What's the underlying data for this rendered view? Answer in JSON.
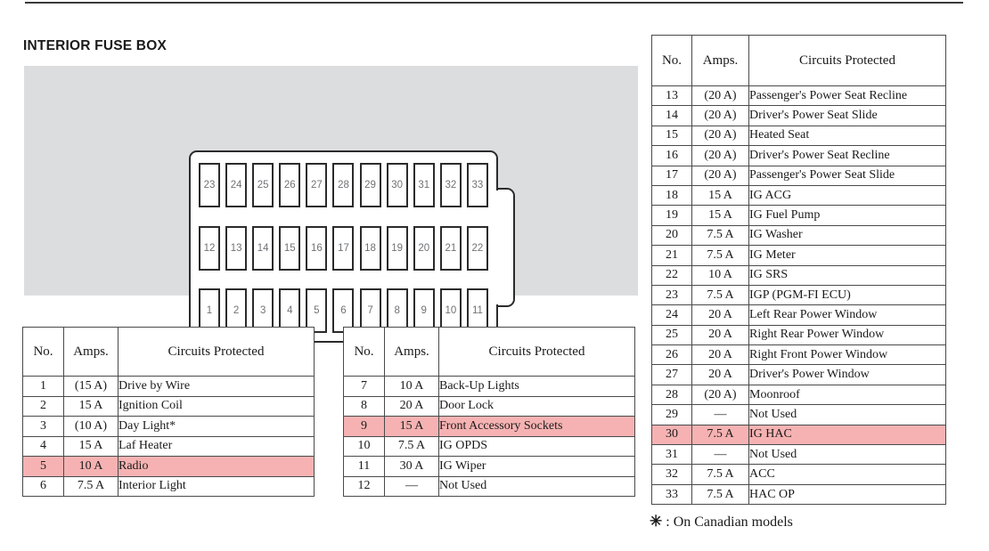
{
  "section": {
    "title": "INTERIOR FUSE BOX"
  },
  "diagram": {
    "name": "interior-fuse-box-layout",
    "rows": [
      [
        "23",
        "24",
        "25",
        "26",
        "27",
        "28",
        "29",
        "30",
        "31",
        "32",
        "33"
      ],
      [
        "12",
        "13",
        "14",
        "15",
        "16",
        "17",
        "18",
        "19",
        "20",
        "21",
        "22"
      ],
      [
        "1",
        "2",
        "3",
        "4",
        "5",
        "6",
        "7",
        "8",
        "9",
        "10",
        "11"
      ]
    ]
  },
  "columns": {
    "no": "No.",
    "amps": "Amps.",
    "circuits": "Circuits Protected"
  },
  "colors": {
    "highlight": "#f6b2b2",
    "panel_background": "#dcdddf",
    "border": "#4a4a4a"
  },
  "tables": {
    "left": {
      "rows": [
        {
          "no": "1",
          "amps": "(15 A)",
          "desc": "Drive by Wire",
          "highlight": false
        },
        {
          "no": "2",
          "amps": "15 A",
          "desc": "Ignition  Coil",
          "highlight": false
        },
        {
          "no": "3",
          "amps": "(10 A)",
          "desc": "Day Light*",
          "highlight": false
        },
        {
          "no": "4",
          "amps": "15 A",
          "desc": "Laf Heater",
          "highlight": false
        },
        {
          "no": "5",
          "amps": "10 A",
          "desc": "Radio",
          "highlight": true
        },
        {
          "no": "6",
          "amps": "7.5 A",
          "desc": "Interior Light",
          "highlight": false
        }
      ]
    },
    "middle": {
      "rows": [
        {
          "no": "7",
          "amps": "10 A",
          "desc": "Back-Up Lights",
          "highlight": false
        },
        {
          "no": "8",
          "amps": "20 A",
          "desc": "Door Lock",
          "highlight": false
        },
        {
          "no": "9",
          "amps": "15 A",
          "desc": "Front Accessory Sockets",
          "highlight": true
        },
        {
          "no": "10",
          "amps": "7.5 A",
          "desc": "IG OPDS",
          "highlight": false
        },
        {
          "no": "11",
          "amps": "30 A",
          "desc": "IG Wiper",
          "highlight": false
        },
        {
          "no": "12",
          "amps": "—",
          "desc": "Not Used",
          "highlight": false
        }
      ]
    },
    "right": {
      "rows": [
        {
          "no": "13",
          "amps": "(20 A)",
          "desc": "Passenger's Power Seat Recline",
          "highlight": false
        },
        {
          "no": "14",
          "amps": "(20 A)",
          "desc": "Driver's Power Seat Slide",
          "highlight": false
        },
        {
          "no": "15",
          "amps": "(20 A)",
          "desc": "Heated Seat",
          "highlight": false
        },
        {
          "no": "16",
          "amps": "(20 A)",
          "desc": "Driver's Power Seat Recline",
          "highlight": false
        },
        {
          "no": "17",
          "amps": "(20 A)",
          "desc": "Passenger's Power Seat Slide",
          "highlight": false
        },
        {
          "no": "18",
          "amps": "15 A",
          "desc": "IG ACG",
          "highlight": false
        },
        {
          "no": "19",
          "amps": "15 A",
          "desc": "IG Fuel Pump",
          "highlight": false
        },
        {
          "no": "20",
          "amps": "7.5 A",
          "desc": "IG Washer",
          "highlight": false
        },
        {
          "no": "21",
          "amps": "7.5 A",
          "desc": "IG Meter",
          "highlight": false
        },
        {
          "no": "22",
          "amps": "10 A",
          "desc": "IG SRS",
          "highlight": false
        },
        {
          "no": "23",
          "amps": "7.5 A",
          "desc": "IGP (PGM-FI ECU)",
          "highlight": false
        },
        {
          "no": "24",
          "amps": "20 A",
          "desc": "Left Rear Power Window",
          "highlight": false
        },
        {
          "no": "25",
          "amps": "20 A",
          "desc": "Right Rear Power Window",
          "highlight": false
        },
        {
          "no": "26",
          "amps": "20 A",
          "desc": "Right Front Power Window",
          "highlight": false
        },
        {
          "no": "27",
          "amps": "20 A",
          "desc": "Driver's Power Window",
          "highlight": false
        },
        {
          "no": "28",
          "amps": "(20 A)",
          "desc": "Moonroof",
          "highlight": false
        },
        {
          "no": "29",
          "amps": "—",
          "desc": "Not Used",
          "highlight": false
        },
        {
          "no": "30",
          "amps": "7.5 A",
          "desc": "IG HAC",
          "highlight": true
        },
        {
          "no": "31",
          "amps": "—",
          "desc": "Not Used",
          "highlight": false
        },
        {
          "no": "32",
          "amps": "7.5 A",
          "desc": "ACC",
          "highlight": false
        },
        {
          "no": "33",
          "amps": "7.5 A",
          "desc": "HAC OP",
          "highlight": false
        }
      ]
    }
  },
  "footnote": {
    "star": "✳",
    "text": ": On Canadian models"
  }
}
